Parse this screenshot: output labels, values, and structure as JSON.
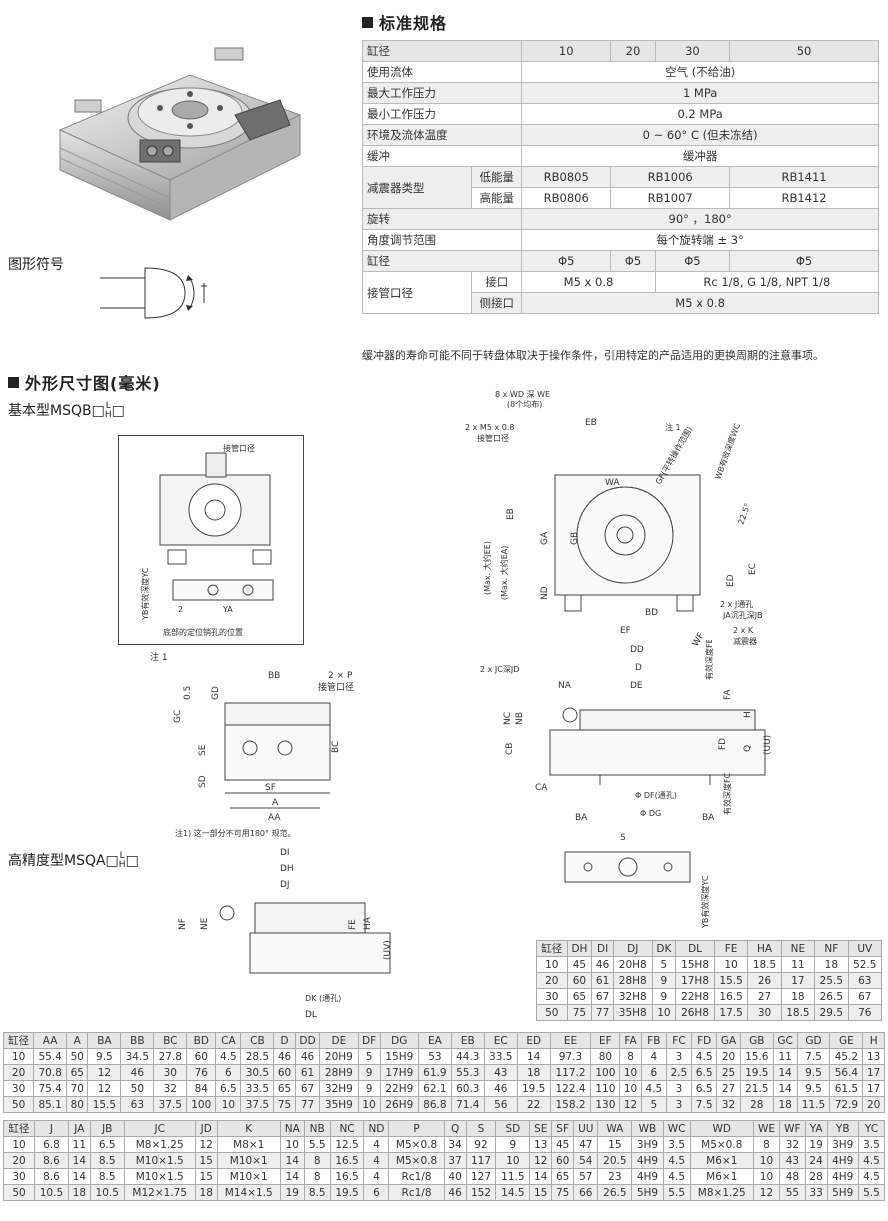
{
  "spec_title": "标准规格",
  "spec_table": {
    "header": [
      "缸径",
      "10",
      "20",
      "30",
      "50"
    ],
    "fluid": {
      "label": "使用流体",
      "value": "空气 (不给油)"
    },
    "max_pressure": {
      "label": "最大工作压力",
      "value": "1 MPa"
    },
    "min_pressure": {
      "label": "最小工作压力",
      "value": "0.2 MPa"
    },
    "temp": {
      "label": "环境及流体温度",
      "value": "0 ~ 60° C (但未冻结)"
    },
    "cushion": {
      "label": "缓冲",
      "value": "缓冲器"
    },
    "absorber": {
      "label": "减震器类型",
      "low_label": "低能量",
      "low": [
        "RB0805",
        "RB1006",
        "RB1411"
      ],
      "high_label": "高能量",
      "high": [
        "RB0806",
        "RB1007",
        "RB1412"
      ]
    },
    "rotation": {
      "label": "旋转",
      "value": "90° ，180°"
    },
    "angle_adjust": {
      "label": "角度调节范围",
      "value": "每个旋转端 ± 3°"
    },
    "bore_row": {
      "label": "缸径",
      "values": [
        "Φ5",
        "Φ5",
        "Φ5",
        "Φ5"
      ]
    },
    "port": {
      "label": "接管口径",
      "port_label": "接口",
      "port_a": "M5 x 0.8",
      "port_b": "Rc 1/8, G 1/8, NPT 1/8",
      "side_label": "侧接口",
      "side": "M5 x 0.8"
    }
  },
  "spec_note": "缓冲器的寿命可能不同于转盘体取决于操作条件，引用特定的产品适用的更换周期的注意事项。",
  "symbol_label": "图形符号",
  "dim_title": "外形尺寸图(毫米)",
  "type_basic": "基本型MSQB□",
  "type_precise": "高精度型MSQA□",
  "type_suffix_top": "L",
  "type_suffix_bottom": "H",
  "type_tail": "□",
  "drawing_labels": {
    "port_size": "接管口径",
    "yb_depth": "YB有效深度YC",
    "bottom_pin": "底部的定位销孔的位置",
    "note1": "注 1",
    "two_p": "2 × P",
    "note_text": "注1) 这一部分不可用180° 规范。",
    "wd": "8 x WD 深 WE",
    "wd_sub": "(8个均布)",
    "m5": "2 x M5 x 0.8",
    "m5_sub": "接管口径",
    "gf": "GF(平转操作范围)",
    "wb": "WB有效深度WC",
    "angle": "22.5°",
    "j_hole": "2 x J通孔",
    "ja_hole": "JA沉孔深JB",
    "k_abs": "2 x K",
    "k_abs_sub": "减震器",
    "jc": "2 x JC深JD",
    "df": "Φ DF(通孔)",
    "dg": "Φ DG",
    "dk": "DK (通孔)",
    "fb_depth": "有效深度FB",
    "fc_depth": "有效深度FC",
    "yb_side": "YB有效深度YC",
    "max_ee": "(Max. 大约EE)",
    "max_ea": "(Max. 大约EA)",
    "d": {
      "EB": "EB",
      "WA": "WA",
      "GA": "GA",
      "GB": "GB",
      "ND": "ND",
      "BD": "BD",
      "EF": "EF",
      "WF": "WF",
      "EC": "EC",
      "ED": "ED",
      "DD": "DD",
      "D": "D",
      "DE": "DE",
      "NA": "NA",
      "NC": "NC",
      "NB": "NB",
      "FA": "FA",
      "H": "H",
      "FD": "FD",
      "Q": "Q",
      "UU": "(UU)",
      "CB": "CB",
      "CA": "CA",
      "BA": "BA",
      "S": "S",
      "GD": "GD",
      "GC": "GC",
      "v05": "0.5",
      "BB": "BB",
      "SE": "SE",
      "SD": "SD",
      "SF": "SF",
      "A": "A",
      "AA": "AA",
      "BC": "BC",
      "v2": "2",
      "YA": "YA",
      "DI": "DI",
      "DH": "DH",
      "DJ": "DJ",
      "NF": "NF",
      "NE": "NE",
      "FE": "FE",
      "HA": "HA",
      "UV": "(UV)",
      "DL": "DL"
    }
  },
  "table_a": {
    "header": [
      "缸径",
      "DH",
      "DI",
      "DJ",
      "DK",
      "DL",
      "FE",
      "HA",
      "NE",
      "NF",
      "UV"
    ],
    "rows": [
      [
        "10",
        "45",
        "46",
        "20H8",
        "5",
        "15H8",
        "10",
        "18.5",
        "11",
        "18",
        "52.5"
      ],
      [
        "20",
        "60",
        "61",
        "28H8",
        "9",
        "17H8",
        "15.5",
        "26",
        "17",
        "25.5",
        "63"
      ],
      [
        "30",
        "65",
        "67",
        "32H8",
        "9",
        "22H8",
        "16.5",
        "27",
        "18",
        "26.5",
        "67"
      ],
      [
        "50",
        "75",
        "77",
        "35H8",
        "10",
        "26H8",
        "17.5",
        "30",
        "18.5",
        "29.5",
        "76"
      ]
    ]
  },
  "table_b": {
    "header": [
      "缸径",
      "AA",
      "A",
      "BA",
      "BB",
      "BC",
      "BD",
      "CA",
      "CB",
      "D",
      "DD",
      "DE",
      "DF",
      "DG",
      "EA",
      "EB",
      "EC",
      "ED",
      "EE",
      "EF",
      "FA",
      "FB",
      "FC",
      "FD",
      "GA",
      "GB",
      "GC",
      "GD",
      "GE",
      "H"
    ],
    "rows": [
      [
        "10",
        "55.4",
        "50",
        "9.5",
        "34.5",
        "27.8",
        "60",
        "4.5",
        "28.5",
        "46",
        "46",
        "20H9",
        "5",
        "15H9",
        "53",
        "44.3",
        "33.5",
        "14",
        "97.3",
        "80",
        "8",
        "4",
        "3",
        "4.5",
        "20",
        "15.6",
        "11",
        "7.5",
        "45.2",
        "13"
      ],
      [
        "20",
        "70.8",
        "65",
        "12",
        "46",
        "30",
        "76",
        "6",
        "30.5",
        "60",
        "61",
        "28H9",
        "9",
        "17H9",
        "61.9",
        "55.3",
        "43",
        "18",
        "117.2",
        "100",
        "10",
        "6",
        "2.5",
        "6.5",
        "25",
        "19.5",
        "14",
        "9.5",
        "56.4",
        "17"
      ],
      [
        "30",
        "75.4",
        "70",
        "12",
        "50",
        "32",
        "84",
        "6.5",
        "33.5",
        "65",
        "67",
        "32H9",
        "9",
        "22H9",
        "62.1",
        "60.3",
        "46",
        "19.5",
        "122.4",
        "110",
        "10",
        "4.5",
        "3",
        "6.5",
        "27",
        "21.5",
        "14",
        "9.5",
        "61.5",
        "17"
      ],
      [
        "50",
        "85.1",
        "80",
        "15.5",
        "63",
        "37.5",
        "100",
        "10",
        "37.5",
        "75",
        "77",
        "35H9",
        "10",
        "26H9",
        "86.8",
        "71.4",
        "56",
        "22",
        "158.2",
        "130",
        "12",
        "5",
        "3",
        "7.5",
        "32",
        "28",
        "18",
        "11.5",
        "72.9",
        "20"
      ]
    ]
  },
  "table_c": {
    "header": [
      "缸径",
      "J",
      "JA",
      "JB",
      "JC",
      "JD",
      "K",
      "NA",
      "NB",
      "NC",
      "ND",
      "P",
      "Q",
      "S",
      "SD",
      "SE",
      "SF",
      "UU",
      "WA",
      "WB",
      "WC",
      "WD",
      "WE",
      "WF",
      "YA",
      "YB",
      "YC"
    ],
    "rows": [
      [
        "10",
        "6.8",
        "11",
        "6.5",
        "M8×1.25",
        "12",
        "M8×1",
        "10",
        "5.5",
        "12.5",
        "4",
        "M5×0.8",
        "34",
        "92",
        "9",
        "13",
        "45",
        "47",
        "15",
        "3H9",
        "3.5",
        "M5×0.8",
        "8",
        "32",
        "19",
        "3H9",
        "3.5"
      ],
      [
        "20",
        "8.6",
        "14",
        "8.5",
        "M10×1.5",
        "15",
        "M10×1",
        "14",
        "8",
        "16.5",
        "4",
        "M5×0.8",
        "37",
        "117",
        "10",
        "12",
        "60",
        "54",
        "20.5",
        "4H9",
        "4.5",
        "M6×1",
        "10",
        "43",
        "24",
        "4H9",
        "4.5"
      ],
      [
        "30",
        "8.6",
        "14",
        "8.5",
        "M10×1.5",
        "15",
        "M10×1",
        "14",
        "8",
        "16.5",
        "4",
        "Rc1/8",
        "40",
        "127",
        "11.5",
        "14",
        "65",
        "57",
        "23",
        "4H9",
        "4.5",
        "M6×1",
        "10",
        "48",
        "28",
        "4H9",
        "4.5"
      ],
      [
        "50",
        "10.5",
        "18",
        "10.5",
        "M12×1.75",
        "18",
        "M14×1.5",
        "19",
        "8.5",
        "19.5",
        "6",
        "Rc1/8",
        "46",
        "152",
        "14.5",
        "15",
        "75",
        "66",
        "26.5",
        "5H9",
        "5.5",
        "M8×1.25",
        "12",
        "55",
        "33",
        "5H9",
        "5.5"
      ]
    ]
  }
}
